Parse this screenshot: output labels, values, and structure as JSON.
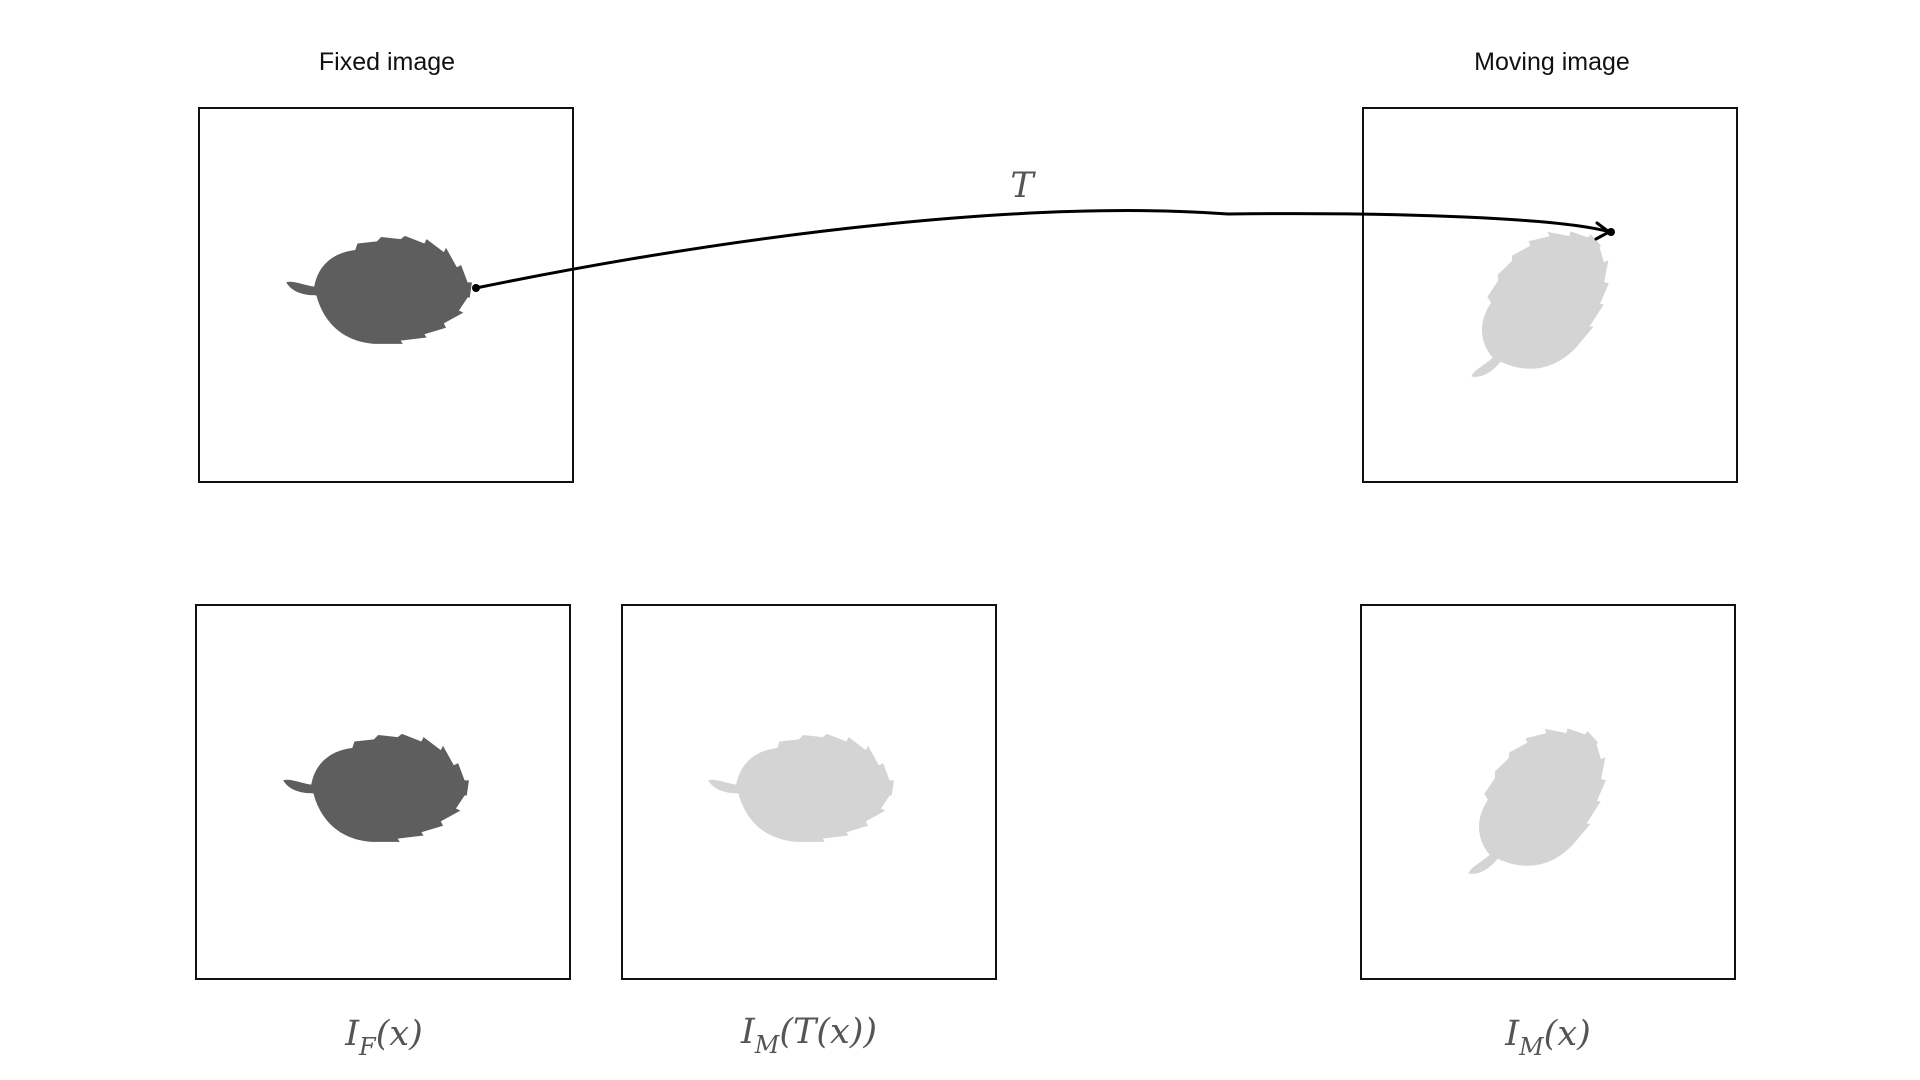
{
  "headers": {
    "fixed": "Fixed image",
    "moving": "Moving image"
  },
  "transform": {
    "label": "T"
  },
  "bottom_labels": {
    "fixed": {
      "base": "I",
      "sub": "F",
      "arg": "(x)"
    },
    "warped": {
      "base": "I",
      "sub": "M",
      "arg": "(T(x))"
    },
    "moving": {
      "base": "I",
      "sub": "M",
      "arg": "(x)"
    }
  },
  "colors": {
    "fixed_leaf": "#5e5e5e",
    "moving_leaf": "#d4d4d4",
    "frame": "#111111",
    "arrow": "#000000",
    "math_text": "#555555"
  }
}
